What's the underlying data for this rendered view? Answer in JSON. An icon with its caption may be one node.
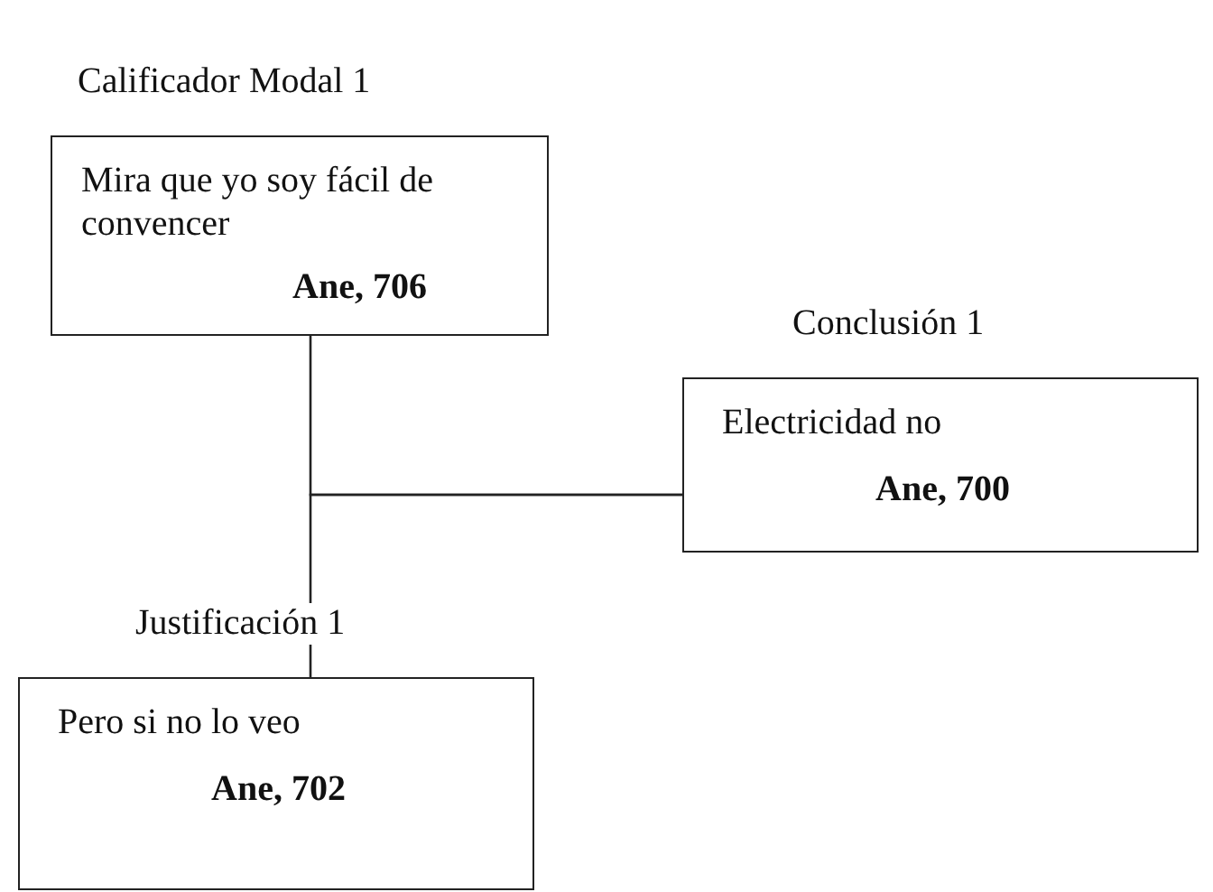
{
  "diagram": {
    "nodes": [
      {
        "text": [
          "Calificador Modal 1",
          "Mira que yo soy fácil de convencer",
          "Ane, 706"
        ]
      },
      {
        "text": [
          "Conclusión 1",
          "Electricidad no",
          "Ane, 700"
        ]
      },
      {
        "text": [
          "Justificación 1",
          "Pero si no lo veo",
          "Ane, 702"
        ]
      }
    ],
    "edges": [
      {
        "from": 0,
        "to": 1,
        "arrow": "none"
      },
      {
        "from": 2,
        "to": 1,
        "arrow": "none"
      }
    ]
  }
}
